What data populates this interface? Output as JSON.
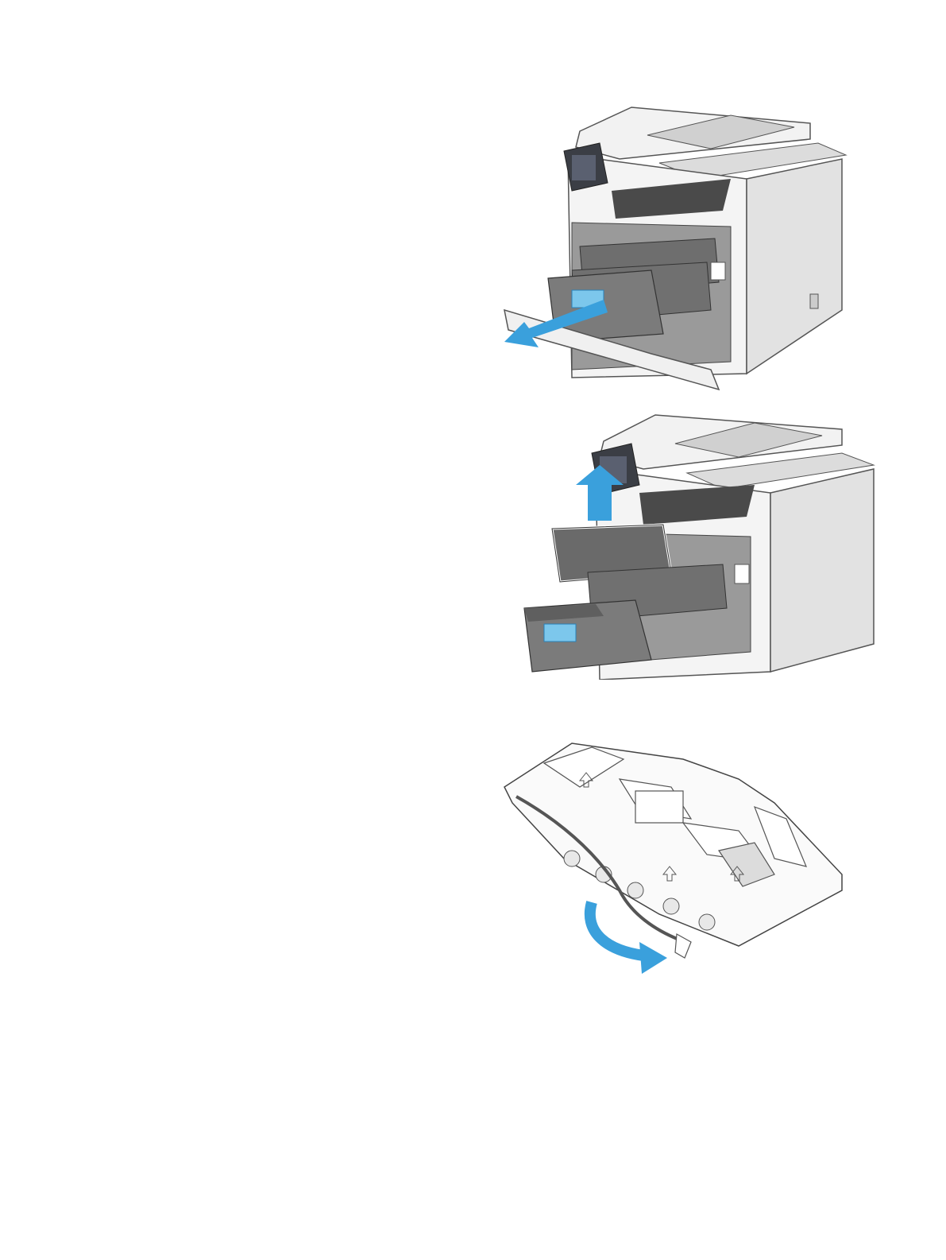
{
  "page": {
    "background": "#ffffff",
    "accent_color": "#3aa0dc",
    "illustrations": [
      {
        "icon": "printer-drawer-open-icon",
        "arrow": "pull-arrow-left"
      },
      {
        "icon": "printer-toner-removal-icon",
        "arrow": "lift-arrow-up"
      },
      {
        "icon": "toner-packaging-tray-icon",
        "arrow": "curved-arrow-right"
      }
    ]
  }
}
